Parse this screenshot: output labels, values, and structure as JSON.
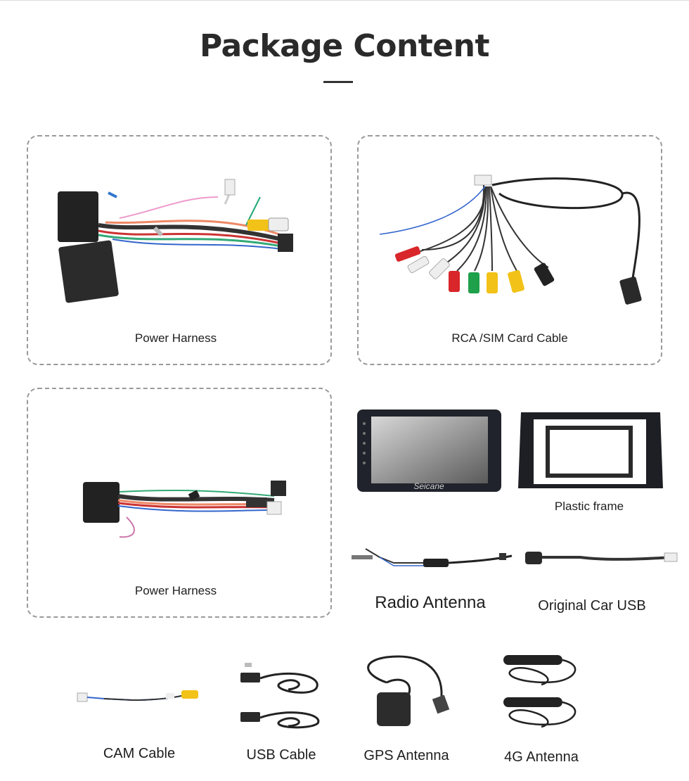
{
  "header": {
    "title": "Package Content"
  },
  "items": [
    {
      "label": "Power Harness"
    },
    {
      "label": "RCA /SIM Card Cable"
    },
    {
      "label": "Power Harness"
    },
    {
      "label": "Plastic frame"
    },
    {
      "label": "Radio Antenna"
    },
    {
      "label": "Original Car USB"
    },
    {
      "label": "CAM Cable"
    },
    {
      "label": "USB Cable"
    },
    {
      "label": "GPS Antenna"
    },
    {
      "label": "4G Antenna"
    }
  ],
  "head_unit": {
    "brand": "Seicane"
  },
  "colors": {
    "title": "#2a2a2a",
    "border": "#9a9a9a",
    "rca_red": "#d9262a",
    "rca_yellow": "#f2c218",
    "rca_green": "#1fa04a"
  }
}
